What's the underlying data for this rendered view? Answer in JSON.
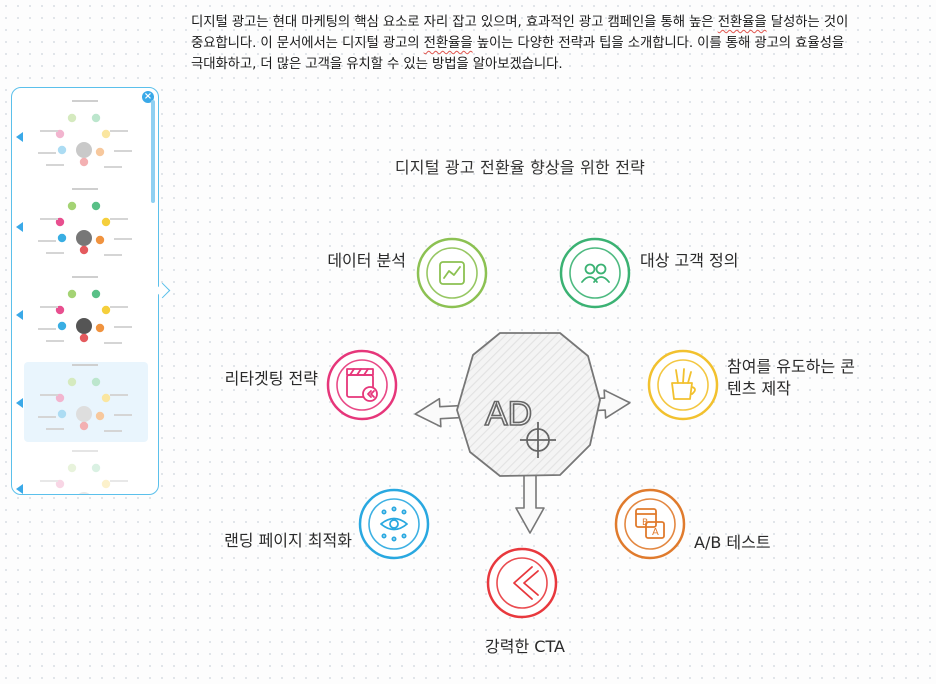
{
  "intro": {
    "segments": [
      {
        "text": "디지털 광고는 현대 마케팅의 핵심 요소로 자리 잡고 있으며, 효과적인 광고 캠페인을 통해 높은 ",
        "squiggle": false
      },
      {
        "text": "전환율을",
        "squiggle": true
      },
      {
        "text": " 달성하는 것이 중요합니다. 이 문서에서는 디지털 광고의 ",
        "squiggle": false
      },
      {
        "text": "전환율을",
        "squiggle": true
      },
      {
        "text": " 높이는 다양한 전략과 팁을 소개합니다. 이를 통해 광고의 효율성을 극대화하고, 더 많은 고객을 유치할 수 있는 방법을 알아보겠습니다.",
        "squiggle": false
      }
    ]
  },
  "diagram": {
    "title": "디지털 광고 전환율 향상을 위한 전략",
    "center_text": "AD",
    "nodes": [
      {
        "label": "데이터 분석",
        "color": "#8cc152",
        "icon": "line-chart-icon"
      },
      {
        "label": "대상 고객 정의",
        "color": "#3bb273",
        "icon": "people-icon"
      },
      {
        "label": "참여를 유도하는 콘텐츠 제작",
        "color": "#f2c12e",
        "icon": "pen-cup-icon"
      },
      {
        "label": "A/B 테스트",
        "color": "#e07b2d",
        "icon": "ab-browser-icon"
      },
      {
        "label": "강력한 CTA",
        "color": "#e8383d",
        "icon": "chevron-left-icon"
      },
      {
        "label": "랜딩 페이지 최적화",
        "color": "#29a8e0",
        "icon": "eye-network-icon"
      },
      {
        "label": "리타겟팅 전략",
        "color": "#e6367a",
        "icon": "clapper-rewind-icon"
      }
    ]
  },
  "navigator": {
    "close_label": "×"
  }
}
